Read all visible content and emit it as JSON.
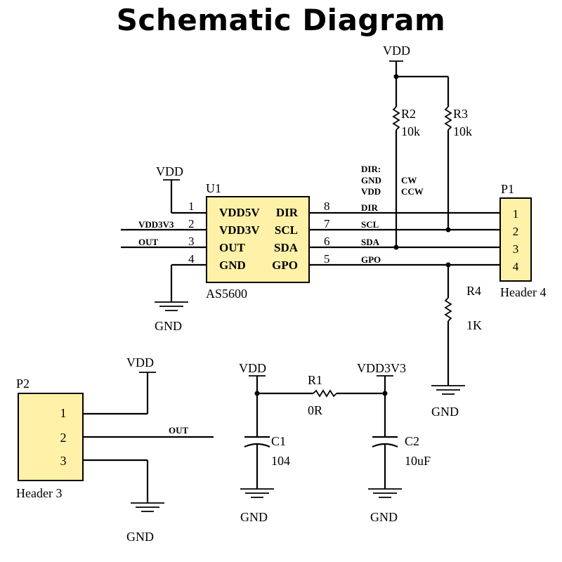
{
  "title": "Schematic Diagram",
  "colors": {
    "component_fill": "#fff2a8",
    "wire": "#000000"
  },
  "nets": {
    "vdd": "VDD",
    "vdd3v3": "VDD3V3",
    "gnd": "GND",
    "out": "OUT",
    "dir": "DIR",
    "scl": "SCL",
    "sda": "SDA",
    "gpo": "GPO"
  },
  "u1": {
    "ref": "U1",
    "part": "AS5600",
    "left_pins": [
      {
        "num": "1",
        "name": "VDD5V"
      },
      {
        "num": "2",
        "name": "VDD3V"
      },
      {
        "num": "3",
        "name": "OUT"
      },
      {
        "num": "4",
        "name": "GND"
      }
    ],
    "right_pins": [
      {
        "num": "8",
        "name": "DIR"
      },
      {
        "num": "7",
        "name": "SCL"
      },
      {
        "num": "6",
        "name": "SDA"
      },
      {
        "num": "5",
        "name": "GPO"
      }
    ]
  },
  "dir_note": {
    "line1": "DIR:",
    "gnd": "GND",
    "cw": "CW",
    "vdd": "VDD",
    "ccw": "CCW"
  },
  "r2": {
    "ref": "R2",
    "value": "10k"
  },
  "r3": {
    "ref": "R3",
    "value": "10k"
  },
  "r4": {
    "ref": "R4",
    "value": "1K"
  },
  "r1": {
    "ref": "R1",
    "value": "0R"
  },
  "c1": {
    "ref": "C1",
    "value": "104"
  },
  "c2": {
    "ref": "C2",
    "value": "10uF"
  },
  "p1": {
    "ref": "P1",
    "name": "Header 4",
    "pins": [
      "1",
      "2",
      "3",
      "4"
    ]
  },
  "p2": {
    "ref": "P2",
    "name": "Header 3",
    "pins": [
      "1",
      "2",
      "3"
    ]
  }
}
